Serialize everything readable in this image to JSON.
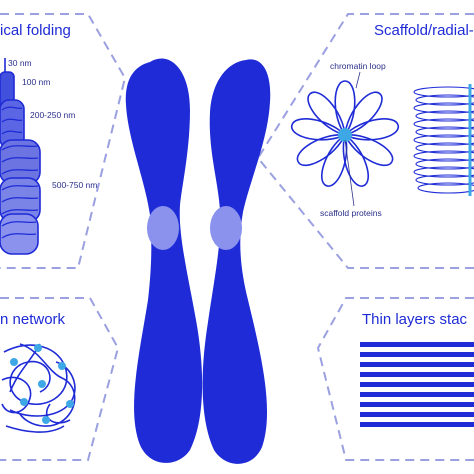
{
  "panels": {
    "top_left": {
      "title": "ical folding",
      "sizes": [
        "30 nm",
        "100 nm",
        "200-250 nm",
        "500-750 nm"
      ]
    },
    "top_right": {
      "title": "Scaffold/radial-",
      "loop_label": "chromatin loop",
      "protein_label": "scaffold proteins"
    },
    "bottom_left": {
      "title": "n network"
    },
    "bottom_right": {
      "title": "Thin layers stac"
    }
  },
  "colors": {
    "primary": "#1e2bd6",
    "light": "#8a92ee",
    "mid": "#6b74e0",
    "dash": "#9aa0e0",
    "node": "#3ea8e6"
  }
}
